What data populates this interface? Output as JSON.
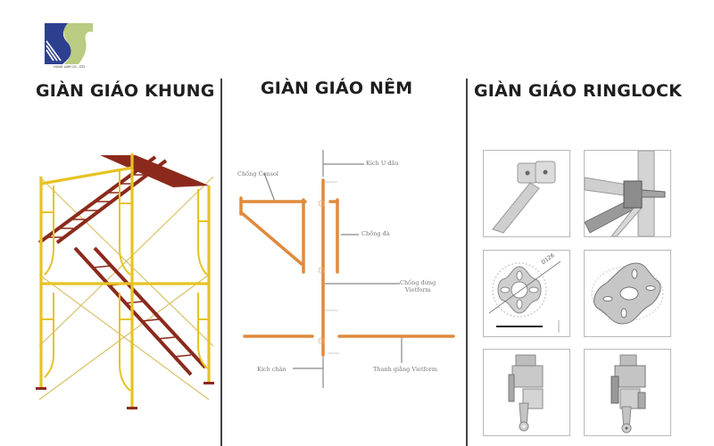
{
  "logo": {
    "name": "company-logo",
    "caption": "HUNG LAM CO., LTD",
    "colors": {
      "blue": "#2d3f8f",
      "green": "#b9cc82"
    }
  },
  "sections": [
    {
      "title": "GIÀN GIÁO KHUNG",
      "image": "frame-scaffolding-photo",
      "colors": {
        "frame": "#e6c323",
        "stairs": "#8b2a1c"
      }
    },
    {
      "title": "GIÀN GIÁO NÊM",
      "image": "wedge-scaffolding-diagram",
      "color": "#e08a3c",
      "labels": {
        "top_jack": "Kích U đầu",
        "cantilever": "Chống Consol",
        "support": "Chống đà",
        "standard_1": "Chống đứng",
        "standard_2": "Vietform",
        "base_jack": "Kích chân",
        "ledger": "Thanh giằng Vietform"
      }
    },
    {
      "title": "GIÀN GIÁO RINGLOCK",
      "image": "ringlock-components-grid",
      "components": [
        {
          "name": "ledger-end-bracket"
        },
        {
          "name": "ringlock-joint"
        },
        {
          "name": "rosette-plate-drawing",
          "dimension_label": "D126"
        },
        {
          "name": "rosette-plate-3d"
        },
        {
          "name": "wedge-head-side"
        },
        {
          "name": "wedge-head-angled"
        }
      ]
    }
  ]
}
